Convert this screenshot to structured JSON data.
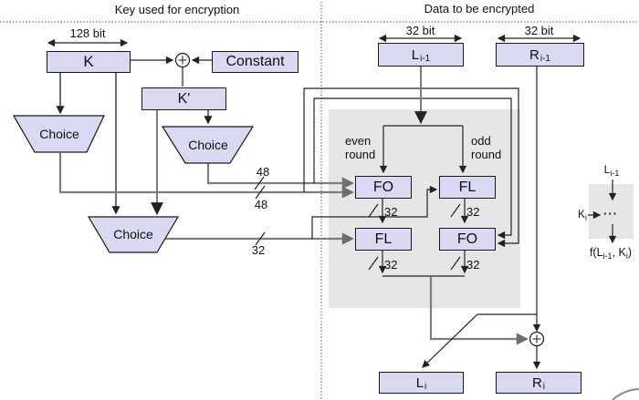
{
  "titles": {
    "left": "Key used for encryption",
    "right": "Data to be encrypted"
  },
  "key_section": {
    "bit_width": "128 bit",
    "k": "K",
    "constant": "Constant",
    "k_prime": "K'",
    "choice1": "Choice",
    "choice2": "Choice",
    "choice3": "Choice",
    "out48_top": "48",
    "out48_bottom": "48",
    "out32": "32"
  },
  "data_section": {
    "left_bit_width": "32 bit",
    "right_bit_width": "32 bit",
    "l_in": {
      "base": "L",
      "sub": "i-1"
    },
    "r_in": {
      "base": "R",
      "sub": "i-1"
    },
    "even_line1": "even",
    "even_line2": "round",
    "odd_line1": "odd",
    "odd_line2": "round",
    "fo_top": "FO",
    "fl_top": "FL",
    "fl_bottom": "FL",
    "fo_bottom": "FO",
    "fo_top_out": "32",
    "fl_top_out": "32",
    "fl_bottom_out": "32",
    "fo_bottom_out": "32",
    "l_out": {
      "base": "L",
      "sub": "i"
    },
    "r_out": {
      "base": "R",
      "sub": "i"
    }
  },
  "mini_diagram": {
    "input": {
      "base": "L",
      "sub": "i-1"
    },
    "key": {
      "base": "K",
      "sub": "i"
    },
    "dots": "···",
    "output": {
      "p1": "f(L",
      "s1": "i-1",
      "p2": ", K",
      "s2": "i",
      "p3": ")"
    }
  },
  "colors": {
    "box_fill": "#d9d9f1",
    "box_border": "#1a1a1a",
    "shade": "#e6e6e6",
    "wire": "#222222",
    "wire_gray": "#7d7d7d"
  }
}
